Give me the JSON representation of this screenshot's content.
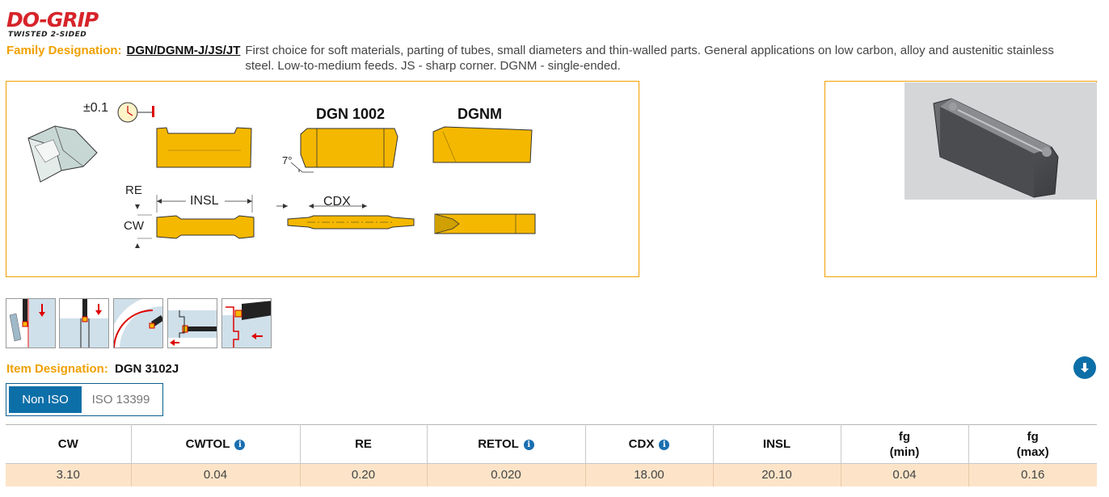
{
  "logo": {
    "main": "DO-GRIP",
    "sub": "TWISTED 2-SIDED"
  },
  "family": {
    "label": "Family Designation:",
    "value": "DGN/DGNM-J/JS/JT",
    "description": "First choice for soft materials, parting of tubes, small diameters and thin-walled parts. General applications on low carbon, alloy and austenitic stainless steel. Low-to-medium feeds. JS - sharp corner. DGNM - single-ended."
  },
  "drawing": {
    "tolerance": "±0.1",
    "title_1": "DGN 1002",
    "title_2": "DGNM",
    "angle": "7°",
    "re": "RE",
    "insl": "INSL",
    "cw": "CW",
    "cdx": "CDX"
  },
  "applications": [
    "parting-off",
    "grooving",
    "face-grooving",
    "internal-grooving",
    "turning"
  ],
  "item": {
    "label": "Item Designation:",
    "value": "DGN 3102J"
  },
  "toggle": {
    "active": "Non ISO",
    "inactive": "ISO 13399"
  },
  "table": {
    "headers": [
      {
        "label": "CW",
        "info": false
      },
      {
        "label": "CWTOL",
        "info": true
      },
      {
        "label": "RE",
        "info": false
      },
      {
        "label": "RETOL",
        "info": true
      },
      {
        "label": "CDX",
        "info": true
      },
      {
        "label": "INSL",
        "info": false
      },
      {
        "label": "fg",
        "sub": "(min)",
        "info": false
      },
      {
        "label": "fg",
        "sub": "(max)",
        "info": false
      }
    ],
    "values": [
      "3.10",
      "0.04",
      "0.20",
      "0.020",
      "18.00",
      "20.10",
      "0.04",
      "0.16"
    ]
  },
  "colors": {
    "accent": "#f0a000",
    "primary": "#0d6fa8",
    "insert": "#f5b800",
    "row": "#fde4c8"
  }
}
